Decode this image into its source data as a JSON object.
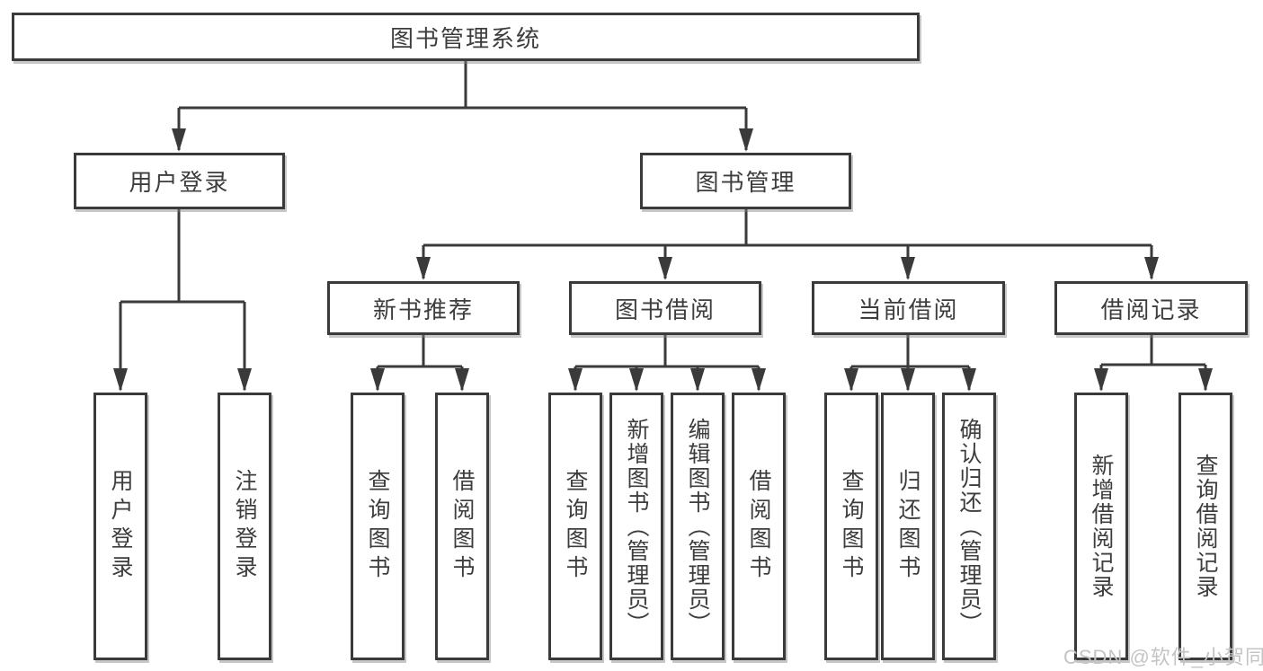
{
  "tree": {
    "label": "图书管理系统",
    "children": [
      {
        "label": "用户登录",
        "children": [
          {
            "label": "用户登录"
          },
          {
            "label": "注销登录"
          }
        ]
      },
      {
        "label": "图书管理",
        "children": [
          {
            "label": "新书推荐",
            "children": [
              {
                "label": "查询图书"
              },
              {
                "label": "借阅图书"
              }
            ]
          },
          {
            "label": "图书借阅",
            "children": [
              {
                "label": "查询图书"
              },
              {
                "label": "新增图书（管理员）"
              },
              {
                "label": "编辑图书（管理员）"
              },
              {
                "label": "借阅图书"
              }
            ]
          },
          {
            "label": "当前借阅",
            "children": [
              {
                "label": "查询图书"
              },
              {
                "label": "归还图书"
              },
              {
                "label": "确认归还（管理员）"
              }
            ]
          },
          {
            "label": "借阅记录",
            "children": [
              {
                "label": "新增借阅记录"
              },
              {
                "label": "查询借阅记录"
              }
            ]
          }
        ]
      }
    ]
  },
  "watermark": {
    "text": "CSDN @软件_小贺同学"
  },
  "colors": {
    "line": "#3a3a3a",
    "text": "#3d3d3d",
    "box_background": "#ffffff",
    "watermark": "#c4c4c4",
    "page_background": "#ffffff"
  }
}
